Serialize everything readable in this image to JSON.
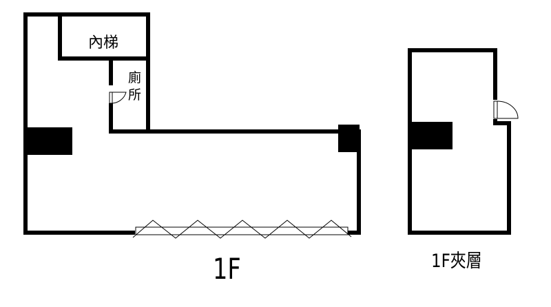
{
  "floor_1f": {
    "label": "1F",
    "rooms": {
      "stairs": "內梯",
      "toilet_line1": "廁",
      "toilet_line2": "所"
    }
  },
  "mezzanine": {
    "label": "1F夾層"
  },
  "colors": {
    "wall": "#000000",
    "background": "#ffffff"
  }
}
